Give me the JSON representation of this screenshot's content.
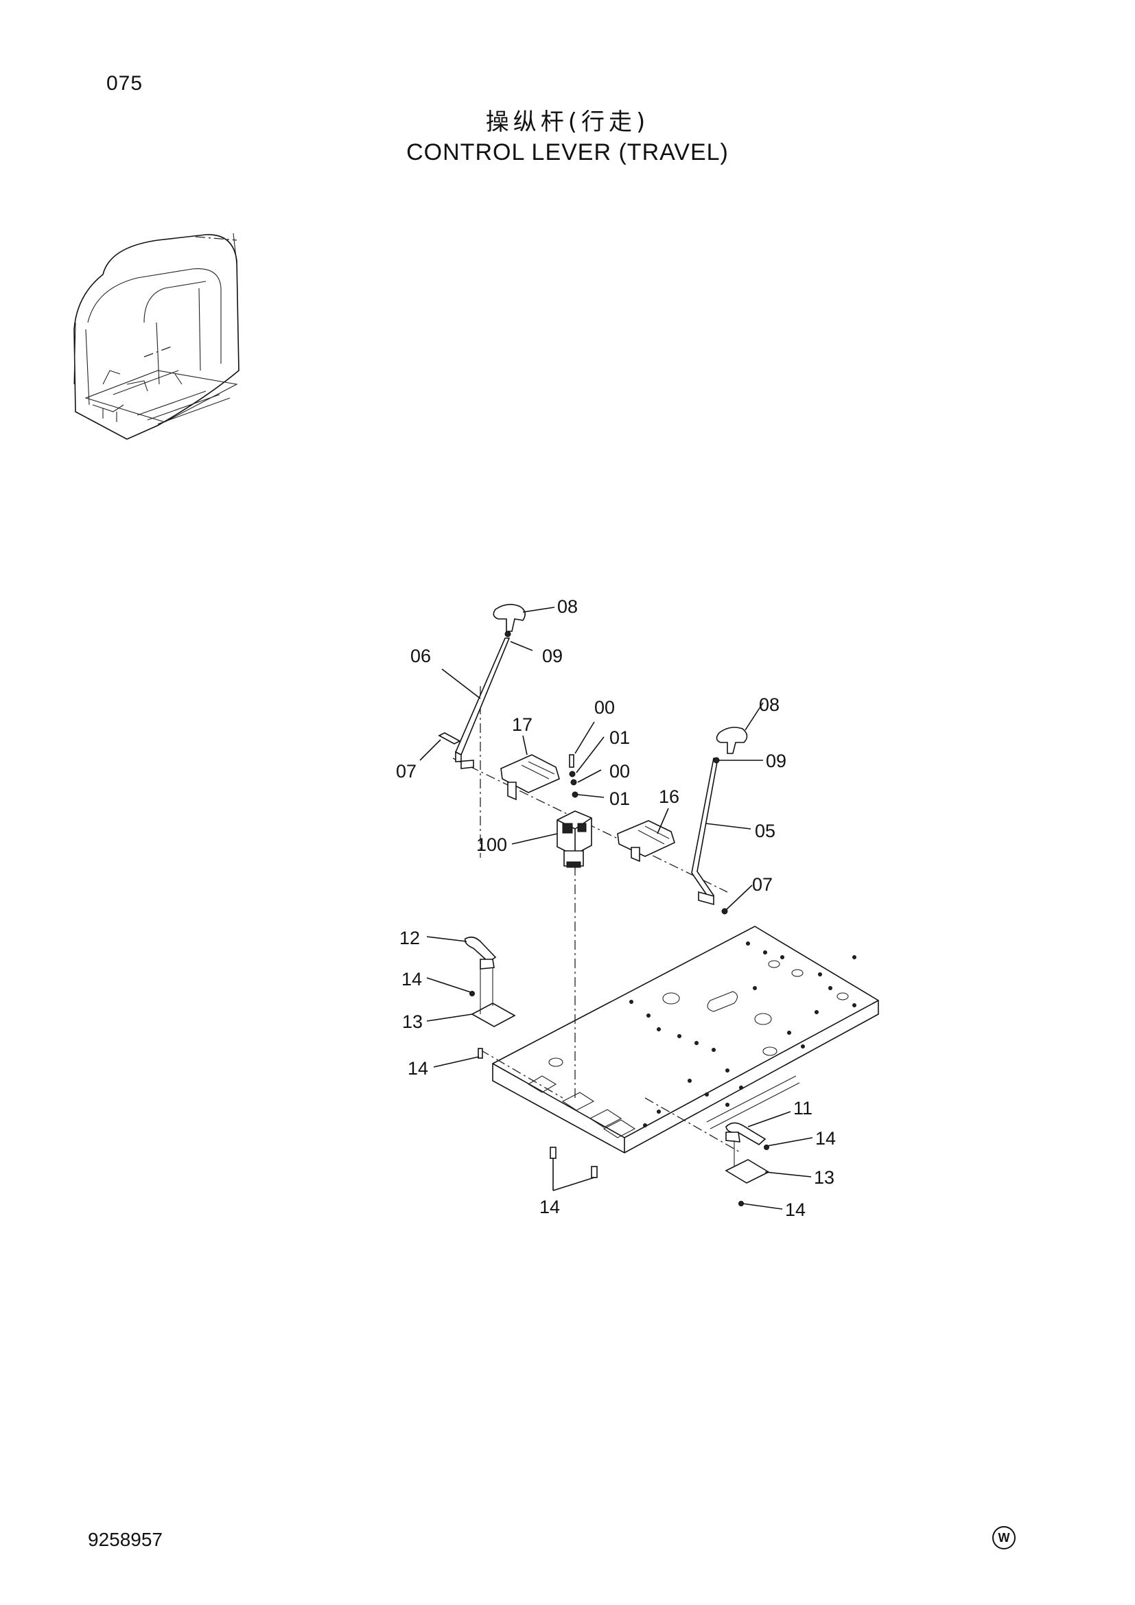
{
  "page": {
    "number": "075",
    "title_cn": "操纵杆(行走)",
    "title_en": "CONTROL LEVER (TRAVEL)",
    "drawing_number": "9258957",
    "mark": "W"
  },
  "callouts": [
    {
      "id": "c-08a",
      "text": "08"
    },
    {
      "id": "c-09a",
      "text": "09"
    },
    {
      "id": "c-06",
      "text": "06"
    },
    {
      "id": "c-07a",
      "text": "07"
    },
    {
      "id": "c-17",
      "text": "17"
    },
    {
      "id": "c-00a",
      "text": "00"
    },
    {
      "id": "c-01a",
      "text": "01"
    },
    {
      "id": "c-00b",
      "text": "00"
    },
    {
      "id": "c-01b",
      "text": "01"
    },
    {
      "id": "c-16",
      "text": "16"
    },
    {
      "id": "c-100",
      "text": "100"
    },
    {
      "id": "c-08b",
      "text": "08"
    },
    {
      "id": "c-09b",
      "text": "09"
    },
    {
      "id": "c-05",
      "text": "05"
    },
    {
      "id": "c-07b",
      "text": "07"
    },
    {
      "id": "c-12",
      "text": "12"
    },
    {
      "id": "c-14a",
      "text": "14"
    },
    {
      "id": "c-13a",
      "text": "13"
    },
    {
      "id": "c-14b",
      "text": "14"
    },
    {
      "id": "c-11",
      "text": "11"
    },
    {
      "id": "c-14c",
      "text": "14"
    },
    {
      "id": "c-13b",
      "text": "13"
    },
    {
      "id": "c-14d",
      "text": "14"
    },
    {
      "id": "c-14e",
      "text": "14"
    }
  ]
}
